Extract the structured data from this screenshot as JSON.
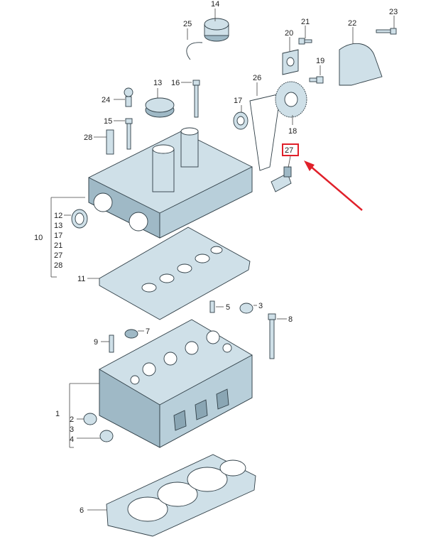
{
  "diagram": {
    "highlight_color": "#e0202a",
    "part_fill": "#cfe0e8",
    "part_shade": "#9fb9c6",
    "highlighted_label": "27",
    "labels": {
      "l1": "1",
      "l2": "2",
      "l3": "3",
      "l4": "4",
      "l5": "5",
      "l6": "6",
      "l7": "7",
      "l8": "8",
      "l9": "9",
      "l10": "10",
      "l11": "11",
      "l12": "12",
      "l13": "13",
      "l14": "14",
      "l15": "15",
      "l16": "16",
      "l17": "17",
      "l18": "18",
      "l19": "19",
      "l20": "20",
      "l21": "21",
      "l22": "22",
      "l23": "23",
      "l24": "24",
      "l25": "25",
      "l26": "26",
      "l27": "27",
      "l28": "28",
      "l3b": "3"
    },
    "group_10": [
      "12",
      "13",
      "17",
      "21",
      "27",
      "28"
    ],
    "group_1": [
      "2",
      "3",
      "4"
    ]
  }
}
